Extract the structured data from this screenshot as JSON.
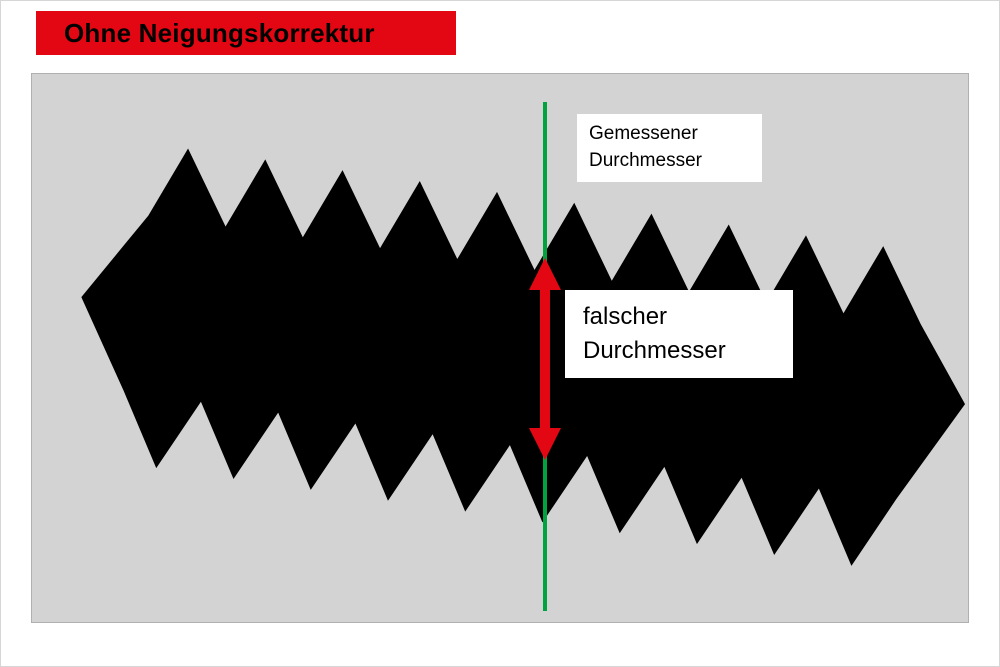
{
  "banner": {
    "title": "Ohne Neigungskorrektur"
  },
  "diagram": {
    "measured_label": "Gemessener Durchmesser",
    "wrong_label": "falscher Durchmesser"
  },
  "colors": {
    "banner_red": "#e30613",
    "arrow_red": "#e30613",
    "line_green": "#00a33e",
    "thread_black": "#000000",
    "panel_gray": "#d3d3d3",
    "label_bg": "#ffffff"
  }
}
